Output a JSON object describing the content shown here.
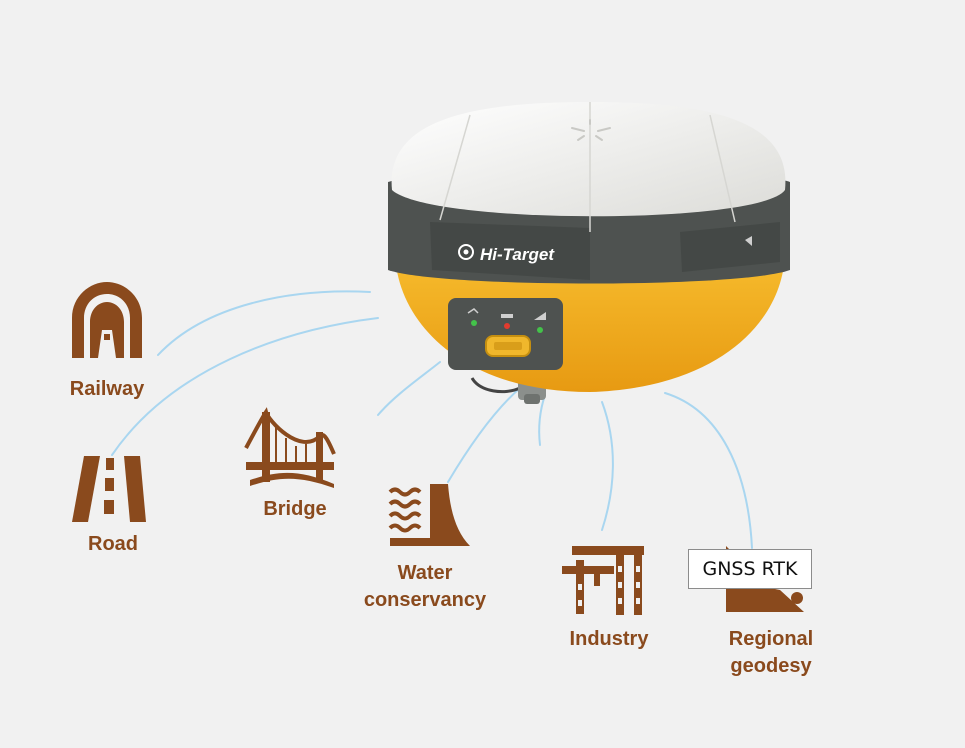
{
  "device": {
    "brand": "Hi-Target",
    "colors": {
      "dome": "#f4f4f2",
      "band": "#4e5250",
      "body": "#f4b324",
      "brand_text": "#ffffff"
    }
  },
  "applications": [
    {
      "label": "Railway",
      "icon": "railway-tunnel-icon"
    },
    {
      "label": "Road",
      "icon": "road-icon"
    },
    {
      "label": "Bridge",
      "icon": "bridge-icon"
    },
    {
      "label": "Water conservancy",
      "line1": "Water",
      "line2": "conservancy",
      "icon": "water-dam-icon"
    },
    {
      "label": "Industry",
      "icon": "industry-crane-icon"
    },
    {
      "label": "Regional geodesy",
      "line1": "Regional",
      "line2": "geodesy",
      "icon": "regional-geodesy-mountain-icon"
    }
  ],
  "tooltip": {
    "text": "GNSS RTK"
  },
  "colors": {
    "icon": "#8a4a1d",
    "signal_line": "#9fd0ee",
    "background": "#f1f1f1"
  }
}
